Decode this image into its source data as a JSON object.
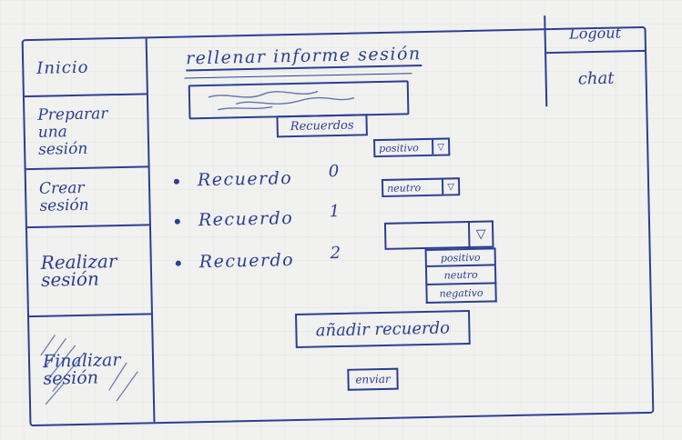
{
  "sidebar": {
    "items": [
      {
        "label": "Inicio"
      },
      {
        "label": "Preparar\nuna\nsesión"
      },
      {
        "label": "Crear\nsesión"
      },
      {
        "label": "Realizar\nsesión"
      },
      {
        "label": "Finalizar\nsesión"
      }
    ]
  },
  "header": {
    "logout_label": "Logout",
    "chat_label": "chat"
  },
  "main": {
    "title": "rellenar informe sesión",
    "recuerdos_label": "Recuerdos",
    "memories": [
      {
        "label": "Recuerdo",
        "number": "0",
        "select_value": "positivo"
      },
      {
        "label": "Recuerdo",
        "number": "1",
        "select_value": "neutro"
      },
      {
        "label": "Recuerdo",
        "number": "2",
        "select_value": ""
      }
    ],
    "dropdown_options": [
      "positivo",
      "neutro",
      "negativo"
    ],
    "add_memory_label": "añadir recuerdo",
    "send_label": "enviar"
  },
  "colors": {
    "ink": "#2b3f93",
    "paper": "#f1f1ef"
  }
}
